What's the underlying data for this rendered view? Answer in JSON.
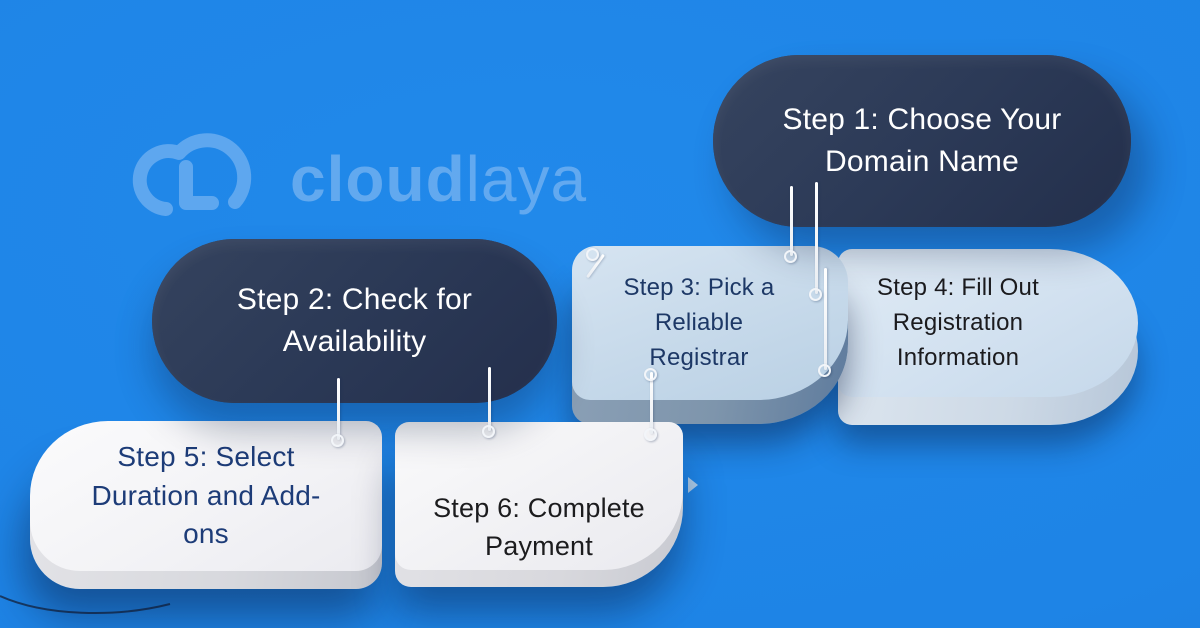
{
  "canvas": {
    "background_color": "#1e84e6"
  },
  "logo": {
    "icon": "cloud-icon",
    "text_bold": "cloud",
    "text_light": "laya",
    "color": "#5aa4ec"
  },
  "steps": [
    {
      "label": "Step 1: Choose Your\nDomain Name",
      "variant": "dark-pill",
      "bg": "#2c3a57",
      "text_color": "#ffffff"
    },
    {
      "label": "Step 2: Check for\nAvailability",
      "variant": "dark-pill",
      "bg": "#2c3a57",
      "text_color": "#ffffff"
    },
    {
      "label": "Step 3: Pick a\nReliable\nRegistrar",
      "variant": "light-blue-tag",
      "bg": "#c6d9ea",
      "text_color": "#1d3866"
    },
    {
      "label": "Step 4: Fill Out\nRegistration\nInformation",
      "variant": "light-blue-tag",
      "bg": "#d2e1f0",
      "text_color": "#1b1b1e"
    },
    {
      "label": "Step 5: Select\nDuration and Add-\nons",
      "variant": "white-tag",
      "bg": "#f3f3f6",
      "text_color": "#1d3c78"
    },
    {
      "label": "Step 6: Complete\nPayment",
      "variant": "white-tag",
      "bg": "#f1f1f4",
      "text_color": "#1c1c1e"
    }
  ],
  "decor": {
    "string_color": "#ffffff",
    "curve_color": "#15223a"
  }
}
